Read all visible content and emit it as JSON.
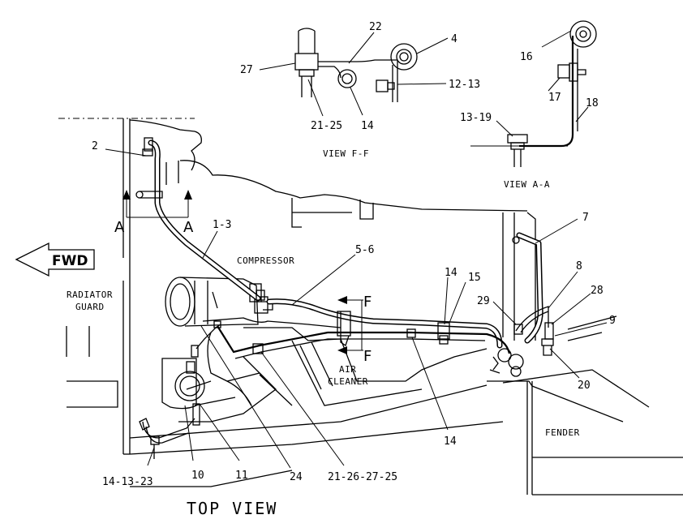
{
  "views": {
    "view_ff": "VIEW F-F",
    "view_aa": "VIEW A-A",
    "top_view": "TOP VIEW"
  },
  "markers": {
    "fwd": "FWD",
    "section_a_left": "A",
    "section_a_right": "A",
    "section_f_top": "F",
    "section_f_bottom": "F"
  },
  "components": {
    "compressor": "COMPRESSOR",
    "radiator_guard_1": "RADIATOR",
    "radiator_guard_2": "GUARD",
    "air_cleaner_1": "AIR",
    "air_cleaner_2": "CLEANER",
    "fender": "FENDER"
  },
  "callouts": {
    "c2": "2",
    "c1_3": "1-3",
    "c5_6": "5-6",
    "c14_mid": "14",
    "c15": "15",
    "c7": "7",
    "c8": "8",
    "c28": "28",
    "c29": "29",
    "c9": "9",
    "c20": "20",
    "c14_low": "14",
    "c21_26_27_25": "21-26-27-25",
    "c24": "24",
    "c11": "11",
    "c10": "10",
    "c14_13_23": "14-13-23",
    "ff_22": "22",
    "ff_27": "27",
    "ff_4": "4",
    "ff_12_13": "12-13",
    "ff_21_25": "21-25",
    "ff_14": "14",
    "aa_16": "16",
    "aa_17": "17",
    "aa_18": "18",
    "aa_13_19": "13-19"
  }
}
